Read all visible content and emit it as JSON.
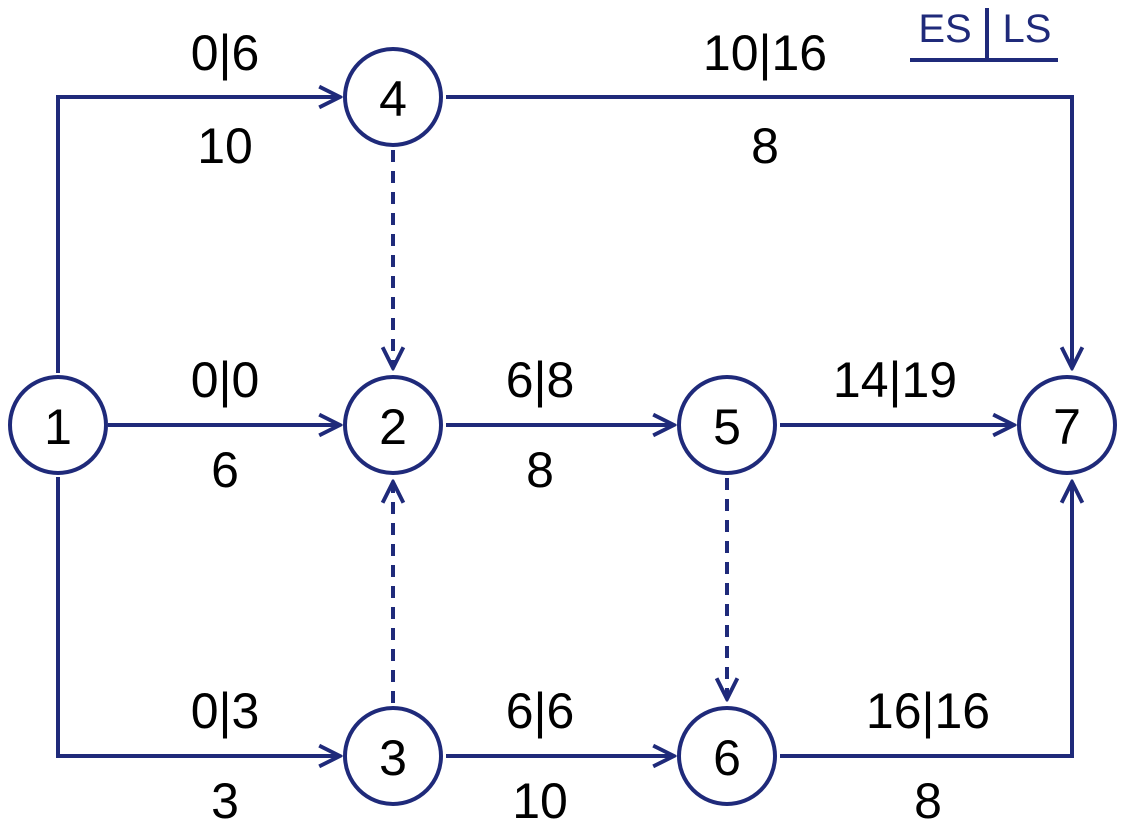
{
  "diagram": {
    "stroke_color": "#1f2a7a",
    "text_color": "#000000",
    "legend": {
      "left": "ES",
      "right": "LS"
    },
    "nodes": [
      {
        "id": "1",
        "label": "1"
      },
      {
        "id": "2",
        "label": "2"
      },
      {
        "id": "3",
        "label": "3"
      },
      {
        "id": "4",
        "label": "4"
      },
      {
        "id": "5",
        "label": "5"
      },
      {
        "id": "6",
        "label": "6"
      },
      {
        "id": "7",
        "label": "7"
      }
    ],
    "edges": [
      {
        "from": "1",
        "to": "4",
        "style": "solid",
        "es_ls": "0|6",
        "duration": "10"
      },
      {
        "from": "4",
        "to": "7",
        "style": "solid",
        "es_ls": "10|16",
        "duration": "8"
      },
      {
        "from": "1",
        "to": "2",
        "style": "solid",
        "es_ls": "0|0",
        "duration": "6"
      },
      {
        "from": "2",
        "to": "5",
        "style": "solid",
        "es_ls": "6|8",
        "duration": "8"
      },
      {
        "from": "5",
        "to": "7",
        "style": "solid",
        "es_ls": "14|19",
        "duration": ""
      },
      {
        "from": "1",
        "to": "3",
        "style": "solid",
        "es_ls": "0|3",
        "duration": "3"
      },
      {
        "from": "3",
        "to": "6",
        "style": "solid",
        "es_ls": "6|6",
        "duration": "10"
      },
      {
        "from": "6",
        "to": "7",
        "style": "solid",
        "es_ls": "16|16",
        "duration": "8"
      },
      {
        "from": "4",
        "to": "2",
        "style": "dashed",
        "es_ls": "",
        "duration": ""
      },
      {
        "from": "3",
        "to": "2",
        "style": "dashed",
        "es_ls": "",
        "duration": ""
      },
      {
        "from": "5",
        "to": "6",
        "style": "dashed",
        "es_ls": "",
        "duration": ""
      }
    ]
  }
}
